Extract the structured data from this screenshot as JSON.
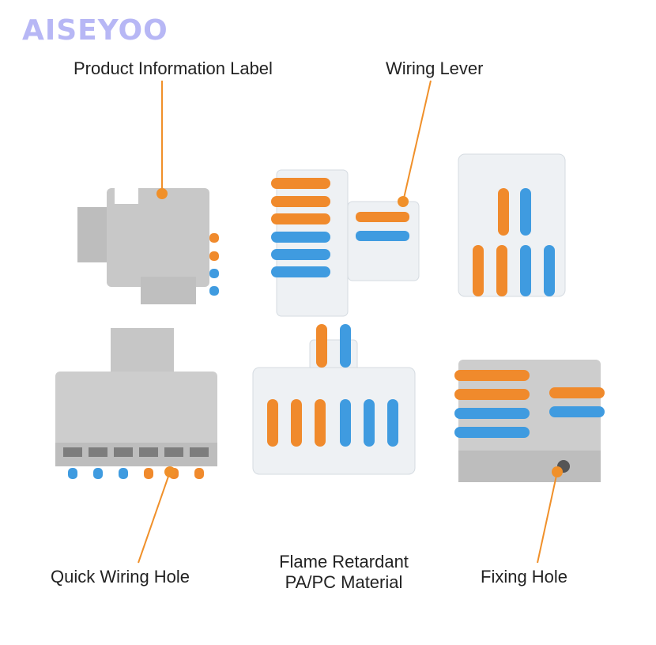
{
  "brand": {
    "logo_text": "AISEYOO"
  },
  "labels": {
    "product_info": "Product Information Label",
    "wiring_lever": "Wiring Lever",
    "quick_wiring_hole": "Quick Wiring Hole",
    "material_line1": "Flame Retardant",
    "material_line2": "PA/PC Material",
    "fixing_hole": "Fixing Hole"
  },
  "colors": {
    "orange": "#f08a2c",
    "blue": "#3f9be0",
    "grey": "#c9c9c9",
    "leader": "#f0902a",
    "logo": "#b7b7f5"
  }
}
